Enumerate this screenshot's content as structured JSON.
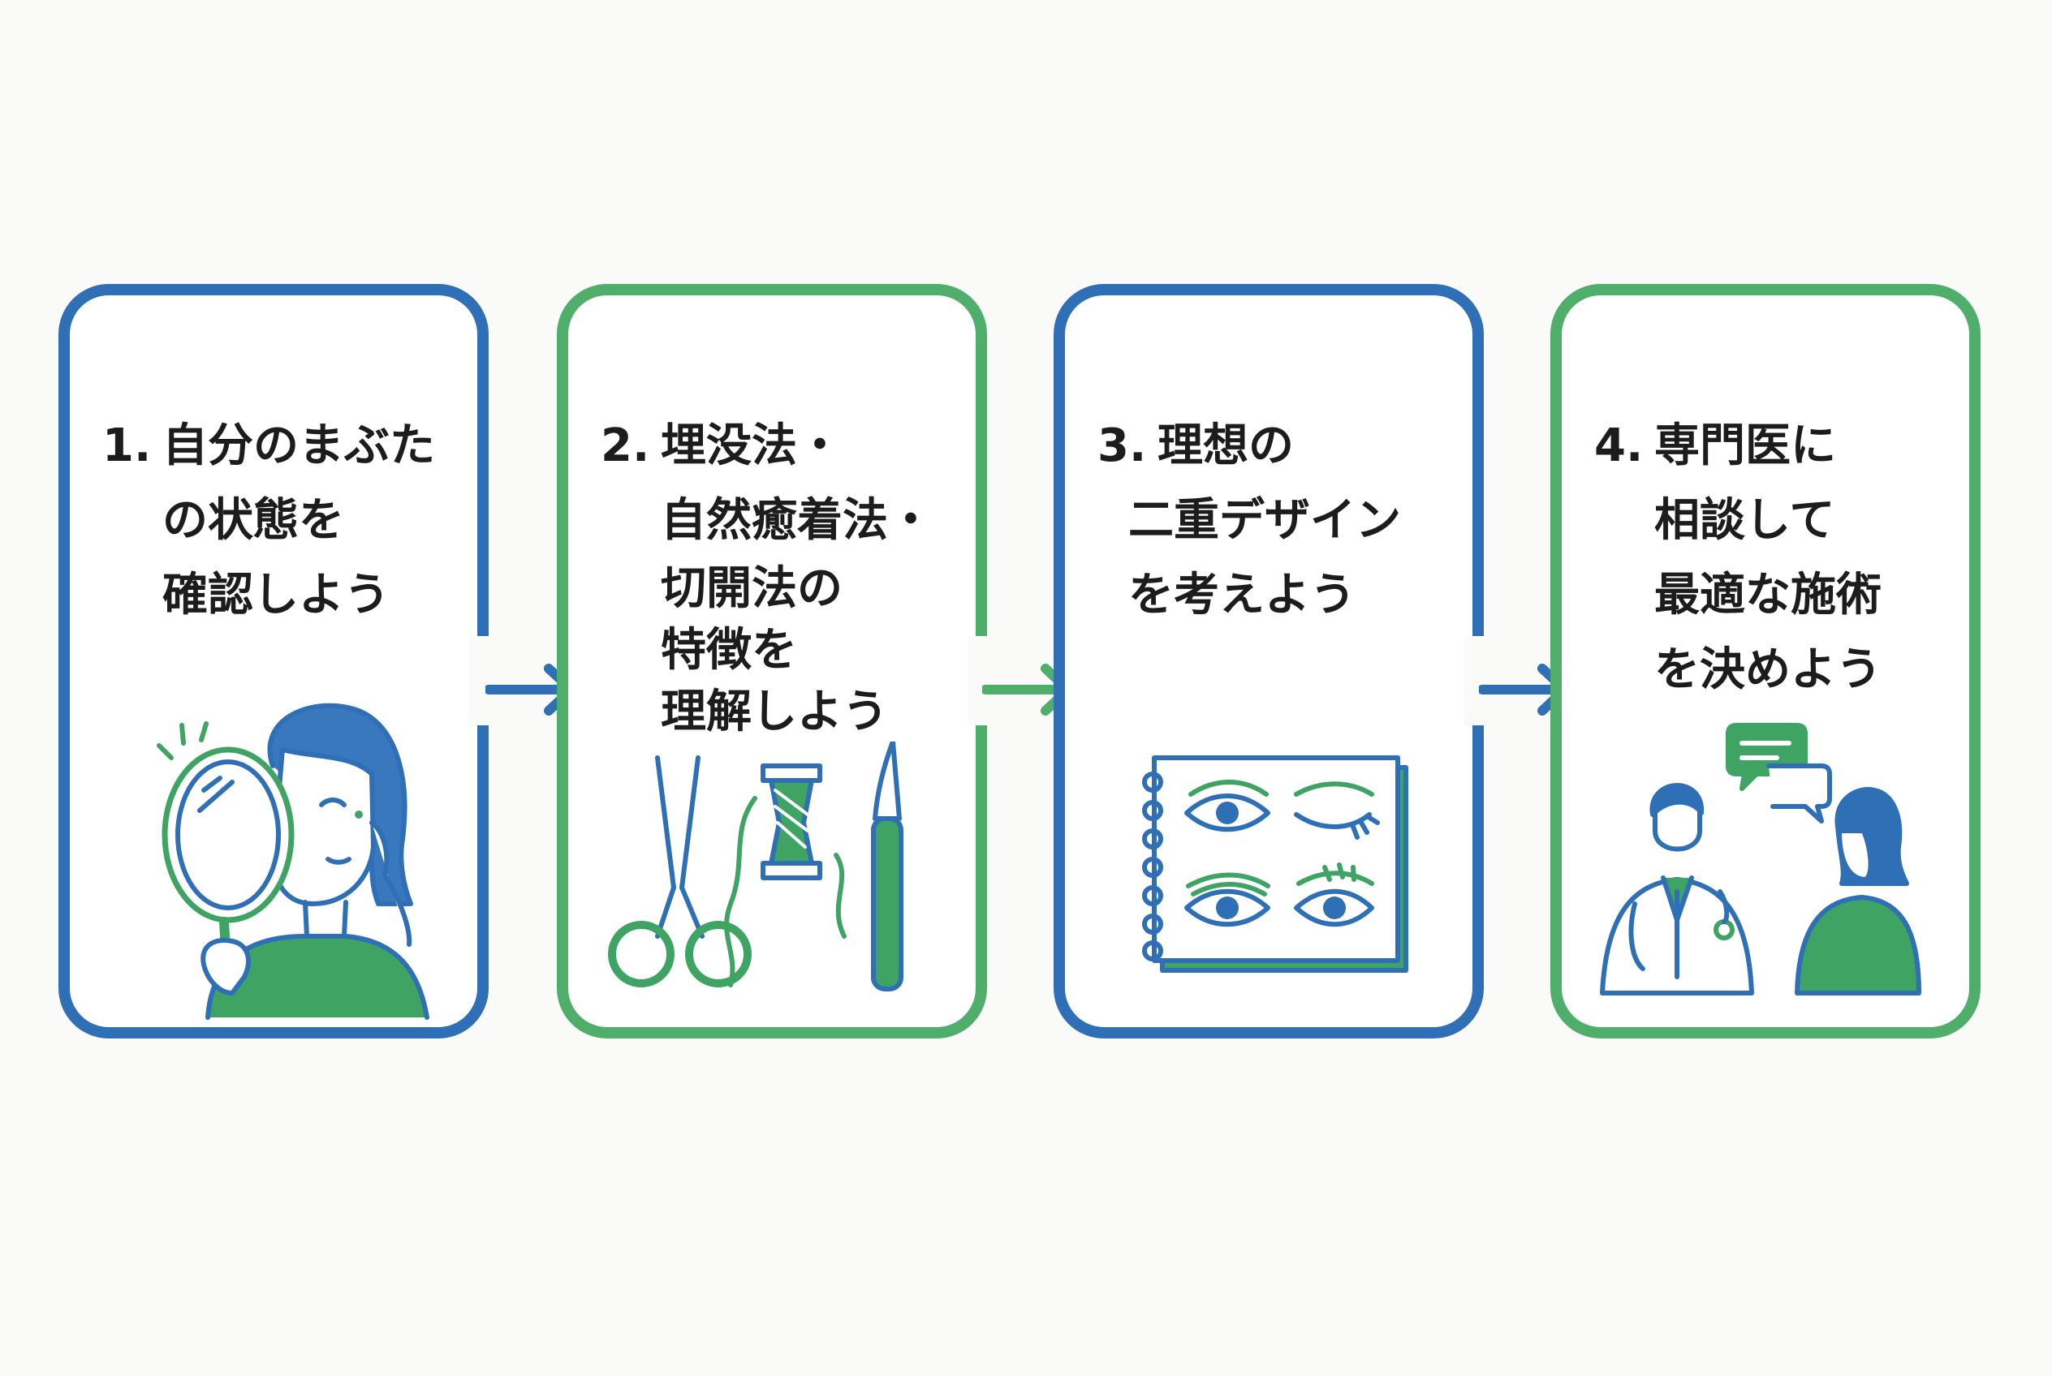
{
  "steps": [
    {
      "number": "1.",
      "lines": [
        "自分のまぶた",
        "の状態を",
        "確認しよう"
      ],
      "border_color": "#2f6fb6",
      "icon": "mirror-woman-icon"
    },
    {
      "number": "2.",
      "lines": [
        "埋没法・",
        "自然癒着法・",
        "切開法の",
        "特徴を",
        "理解しよう"
      ],
      "border_color": "#4eae6a",
      "icon": "surgical-tools-icon"
    },
    {
      "number": "3.",
      "lines": [
        "理想の",
        "二重デザイン",
        "を考えよう"
      ],
      "border_color": "#2f6fb6",
      "icon": "eye-design-notebook-icon"
    },
    {
      "number": "4.",
      "lines": [
        "専門医に",
        "相談して",
        "最適な施術",
        "を決めよう"
      ],
      "border_color": "#4eae6a",
      "icon": "doctor-consultation-icon"
    }
  ],
  "colors": {
    "blue": "#2f6fb6",
    "green": "#4eae6a",
    "text": "#1c1c1c",
    "background": "#fafaf8"
  }
}
